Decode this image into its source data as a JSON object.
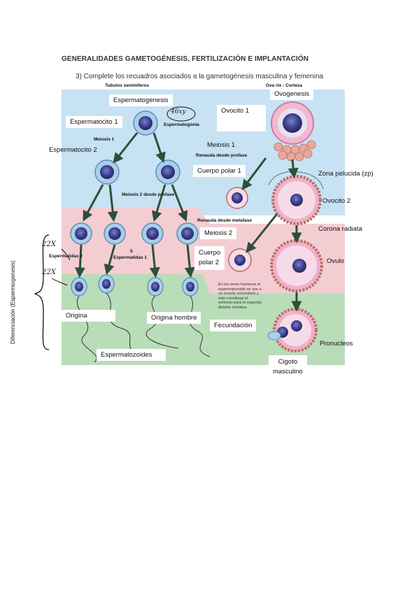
{
  "header": {
    "title": "GENERALIDADES GAMETOGÉNESIS, FERTILIZACIÓN E IMPLANTACIÓN",
    "instruction": "3)   Complete los recuadros asociados a la gametogénesis masculina y femenina"
  },
  "diagram": {
    "top_labels": {
      "tubulos": "Tubulos seminiferos",
      "ovario": "Ova rio : Corteza"
    },
    "male": {
      "espermatogenesis": "Espermatogenesis",
      "espermatocito1": "Espermatocito 1",
      "espermatogonia": "Espermatogonia",
      "meiosis1": "Meiosis 1",
      "espermatocito2": "Espermatocito 2",
      "meiosis2_overlap": "Meiosis 2 desde profase",
      "espermatidas2": "Espermatidas 2",
      "espermatidas1": "Espermatidas 1",
      "number5": "5",
      "origina": "Origina",
      "origina_hombre": "Origina hombre",
      "espermatozoides": "Espermatozoides",
      "diferenciacion": "Diferenciación (Espermiogenesis)"
    },
    "female": {
      "ovogenesis": "Ovogenesis",
      "ovocito1": "Ovocito 1",
      "meiosis1": "Meiosis 1",
      "reanuda_profase": "Renauda desde profase",
      "cuerpo_polar1": "Cuerpo polar 1",
      "zona_pelucida": "Zona pelucida (zp)",
      "ovocito2": "Ovocito 2",
      "corona_radiata": "Corona radiata",
      "reanuda_metafase": "Renauda desde metafase",
      "meiosis2": "Meiosis 2",
      "cuerpo_polar2_a": "Cuerpo",
      "cuerpo_polar2_b": "polar 2",
      "ovulo": "Ovulo",
      "caption": "En los seres humanos el espermatozoide se une a un ovocito secundario y esto constituye el estímulo para la segunda división meiótica.",
      "fecundacion": "Fecundación",
      "pronucleos": "Pronucleos",
      "cigoto_a": "Cigoto",
      "cigoto_b": "masculino"
    },
    "handwriting": {
      "karyotype_46": "46xy",
      "karyotype_22x_a": "22X",
      "karyotype_22x_b": "22X"
    }
  },
  "colors": {
    "blue": "#c7e2f3",
    "pink": "#f4cdd3",
    "green": "#b9dcb9",
    "arrow": "#2d4f3a",
    "nucleus": "#3b3f8f"
  }
}
